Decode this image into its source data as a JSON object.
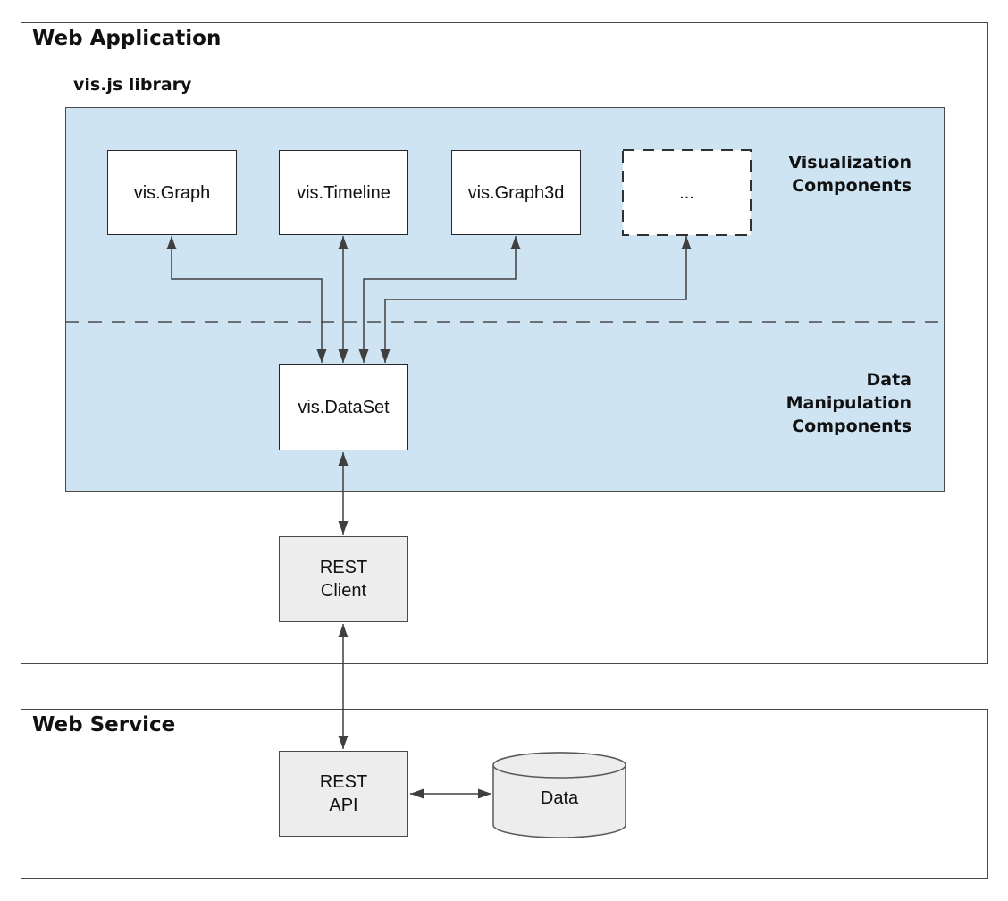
{
  "colors": {
    "panel_blue": "#cfe4f2",
    "box_grey_fill": "#ededed",
    "white_box_fill": "#ffffff",
    "line_color": "#3f3f3f",
    "border_dark": "#4a4a4a",
    "text_color": "#111111"
  },
  "web_application": {
    "title": "Web Application",
    "visjs": {
      "title": "vis.js library",
      "visualization_components_label": "Visualization\nComponents",
      "data_manipulation_label": "Data\nManipulation\nComponents",
      "components": [
        {
          "label": "vis.Graph"
        },
        {
          "label": "vis.Timeline"
        },
        {
          "label": "vis.Graph3d"
        },
        {
          "label": "..."
        }
      ],
      "dataset_label": "vis.DataSet"
    },
    "rest_client_label": "REST\nClient"
  },
  "web_service": {
    "title": "Web Service",
    "rest_api_label": "REST\nAPI",
    "data_store_label": "Data"
  }
}
